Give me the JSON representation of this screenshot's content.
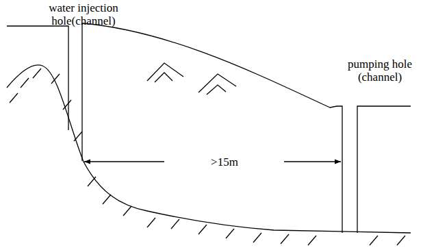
{
  "diagram": {
    "labels": [
      "water injection hole(channel)",
      "pumping hole (channel)",
      ">15m"
    ]
  }
}
